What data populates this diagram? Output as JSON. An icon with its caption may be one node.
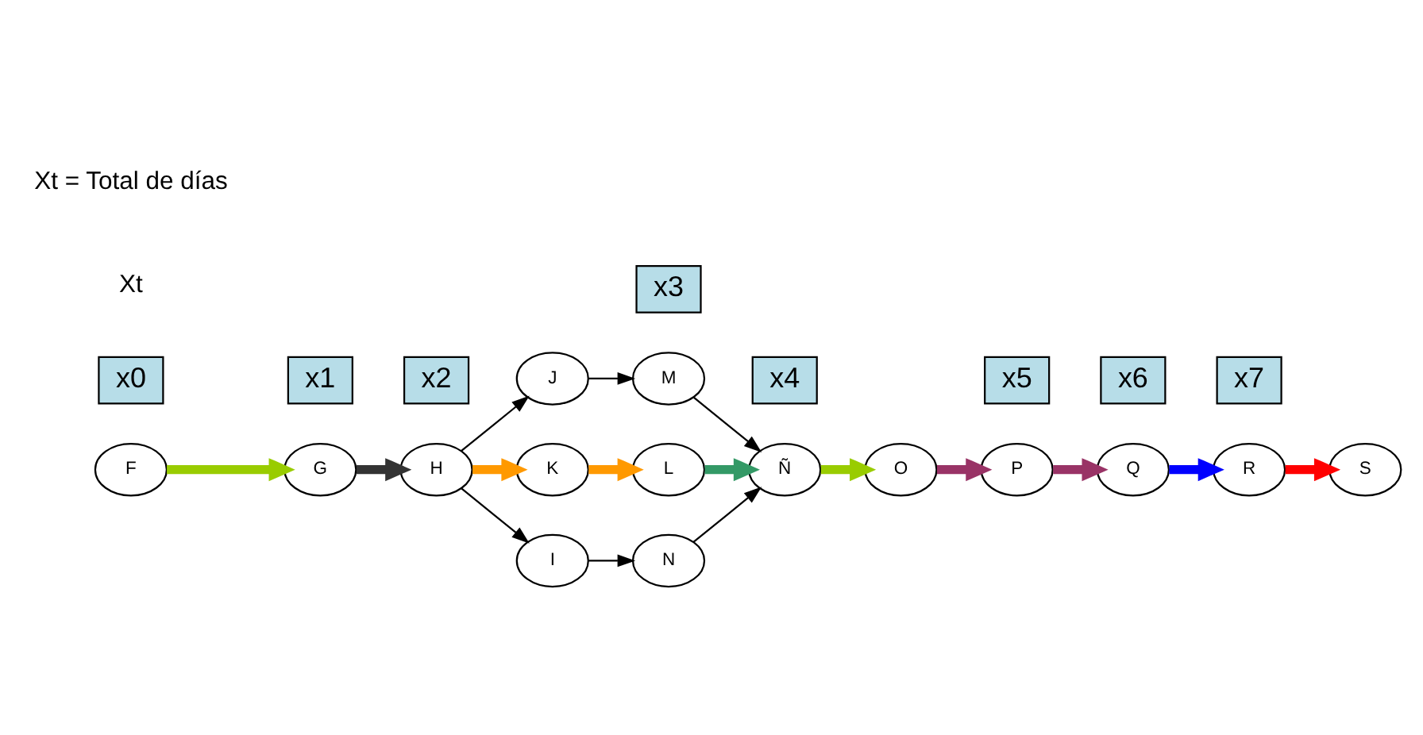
{
  "diagram": {
    "nodes": [
      {
        "text": [
          "F"
        ]
      },
      {
        "text": [
          "G"
        ]
      },
      {
        "text": [
          "H"
        ]
      },
      {
        "text": [
          "J"
        ]
      },
      {
        "text": [
          "M"
        ]
      },
      {
        "text": [
          "Ñ"
        ]
      },
      {
        "text": [
          "O"
        ]
      },
      {
        "text": [
          "P"
        ]
      },
      {
        "text": [
          "Q"
        ]
      },
      {
        "text": [
          "R"
        ]
      },
      {
        "text": [
          "S"
        ]
      },
      {
        "text": [
          "K"
        ]
      },
      {
        "text": [
          "L"
        ]
      },
      {
        "text": [
          "I"
        ]
      },
      {
        "text": [
          "N"
        ]
      },
      {
        "text": [
          "x0"
        ]
      },
      {
        "text": [
          "x1"
        ]
      },
      {
        "text": [
          "x2"
        ]
      },
      {
        "text": [
          "x3"
        ]
      },
      {
        "text": [
          "x4"
        ]
      },
      {
        "text": [
          "x5"
        ]
      },
      {
        "text": [
          "x6"
        ]
      },
      {
        "text": [
          "x7"
        ]
      }
    ],
    "edges": [
      {
        "from": 0,
        "to": 1,
        "arrow": "to",
        "color": "#99cc00"
      },
      {
        "from": 1,
        "to": 2,
        "arrow": "to",
        "color": "#333333"
      },
      {
        "from": 2,
        "to": 11,
        "arrow": "to",
        "color": "#ff9900"
      },
      {
        "from": 11,
        "to": 12,
        "arrow": "to",
        "color": "#ff9900"
      },
      {
        "from": 12,
        "to": 5,
        "arrow": "to",
        "color": "#339966"
      },
      {
        "from": 2,
        "to": 3,
        "arrow": "to",
        "color": "#000000"
      },
      {
        "from": 3,
        "to": 4,
        "arrow": "to",
        "color": "#000000"
      },
      {
        "from": 4,
        "to": 5,
        "arrow": "to",
        "color": "#000000"
      },
      {
        "from": 2,
        "to": 13,
        "arrow": "to",
        "color": "#000000"
      },
      {
        "from": 13,
        "to": 14,
        "arrow": "to",
        "color": "#000000"
      },
      {
        "from": 14,
        "to": 5,
        "arrow": "to",
        "color": "#000000"
      },
      {
        "from": 5,
        "to": 6,
        "arrow": "to",
        "color": "#99cc00"
      },
      {
        "from": 6,
        "to": 7,
        "arrow": "to",
        "color": "#993366"
      },
      {
        "from": 7,
        "to": 8,
        "arrow": "to",
        "color": "#993366"
      },
      {
        "from": 8,
        "to": 9,
        "arrow": "to",
        "color": "#0000ff"
      },
      {
        "from": 9,
        "to": 10,
        "arrow": "to",
        "color": "#ff0000"
      }
    ],
    "labels": [
      "Xt",
      "Xt = Total de días"
    ]
  }
}
